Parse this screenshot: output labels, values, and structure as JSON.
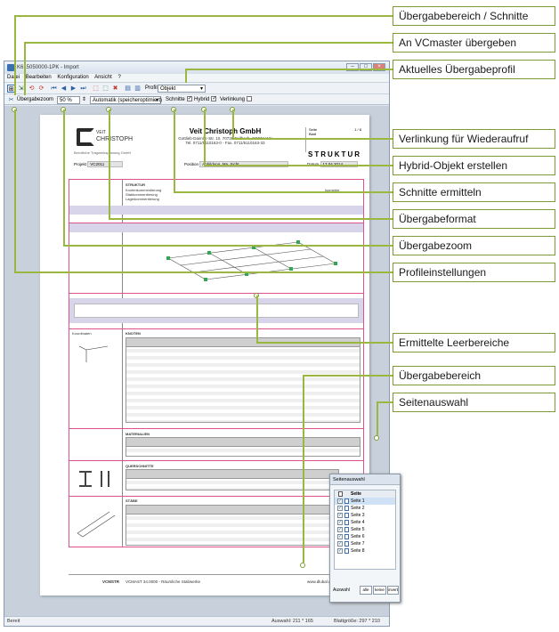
{
  "window": {
    "title": "K615050000-1PK - Import",
    "menu": [
      "Datei",
      "Bearbeiten",
      "Konfiguration",
      "Ansicht",
      "?"
    ],
    "toolbar1": {
      "profile_label": "Profil",
      "profile_value": "Objekt"
    },
    "toolbar2": {
      "zoom_label": "Übergabezoom",
      "zoom_value": "50 %",
      "format_value": "Automatik (speicheroptimiert)",
      "schnitte_label": "Schnitte",
      "hybrid_label": "Hybrid",
      "verlinkung_label": "Verlinkung"
    },
    "status": {
      "left": "Bereit",
      "auswahl": "Auswahl: 211 * 165",
      "blattgroesse": "Blattgröße: 297 * 210"
    }
  },
  "document": {
    "logo_line1": "VEIT",
    "logo_line2": "CHRISTOPH",
    "logo_sub": "Berufliche Tragwerksplanung GmbH",
    "company": "Veit Christoph GmbH",
    "address": "Gottlieb-Daimler-Str. 10, 70736 Fellbach, GERMANY",
    "phone": "Tel. 0711/5110163-0 - Fax. 0711/5110163-33",
    "seite_label": "Seite",
    "seite_value": "1 / 8",
    "blatt_label": "Blatt",
    "struktur": "STRUKTUR",
    "projekt_label": "Projekt",
    "projekt_value": "VC2011",
    "position_label": "Position",
    "position_value": "Abbildung_Ma_Sicht",
    "datum_label": "Datum",
    "datum_value": "17.04.2014",
    "section1_title": "STRUKTUR",
    "section1_lines": [
      "Knotenkommentierung",
      "Stabkommentierung",
      "Lagerkommentierung"
    ],
    "section1_right": "Isometrie",
    "kn_title": "KNOTEN",
    "kn_side": "Koordinaten",
    "mat_title": "MATERIALIEN",
    "qs_title": "QUERSCHNITTE",
    "stab_title": "STÄBE",
    "footer_left": "VCMSTR",
    "footer_mid": "VCMAST 34.0000 - Räumliche Stabwerke",
    "footer_right": "www.dlubal.de"
  },
  "dialog": {
    "title": "Seitenauswahl",
    "header": "Seite",
    "pages": [
      "Seite 1",
      "Seite 2",
      "Seite 3",
      "Seite 4",
      "Seite 5",
      "Seite 6",
      "Seite 7",
      "Seite 8"
    ],
    "auswahl_label": "Auswahl",
    "btn_alle": "alle",
    "btn_keine": "keine",
    "btn_invert": "invert"
  },
  "callouts": [
    "Übergabebereich / Schnitte",
    "An VCmaster übergeben",
    "Aktuelles Übergabeprofil",
    "Verlinkung für Wiederaufruf",
    "Hybrid-Objekt erstellen",
    "Schnitte ermitteln",
    "Übergabeformat",
    "Übergabezoom",
    "Profileinstellungen",
    "Ermittelte Leerbereiche",
    "Übergabebereich",
    "Seitenauswahl"
  ],
  "colors": {
    "accent_green": "#7d9a34",
    "frame_pink": "#e0528e",
    "lavender": "#d8d4ea"
  }
}
